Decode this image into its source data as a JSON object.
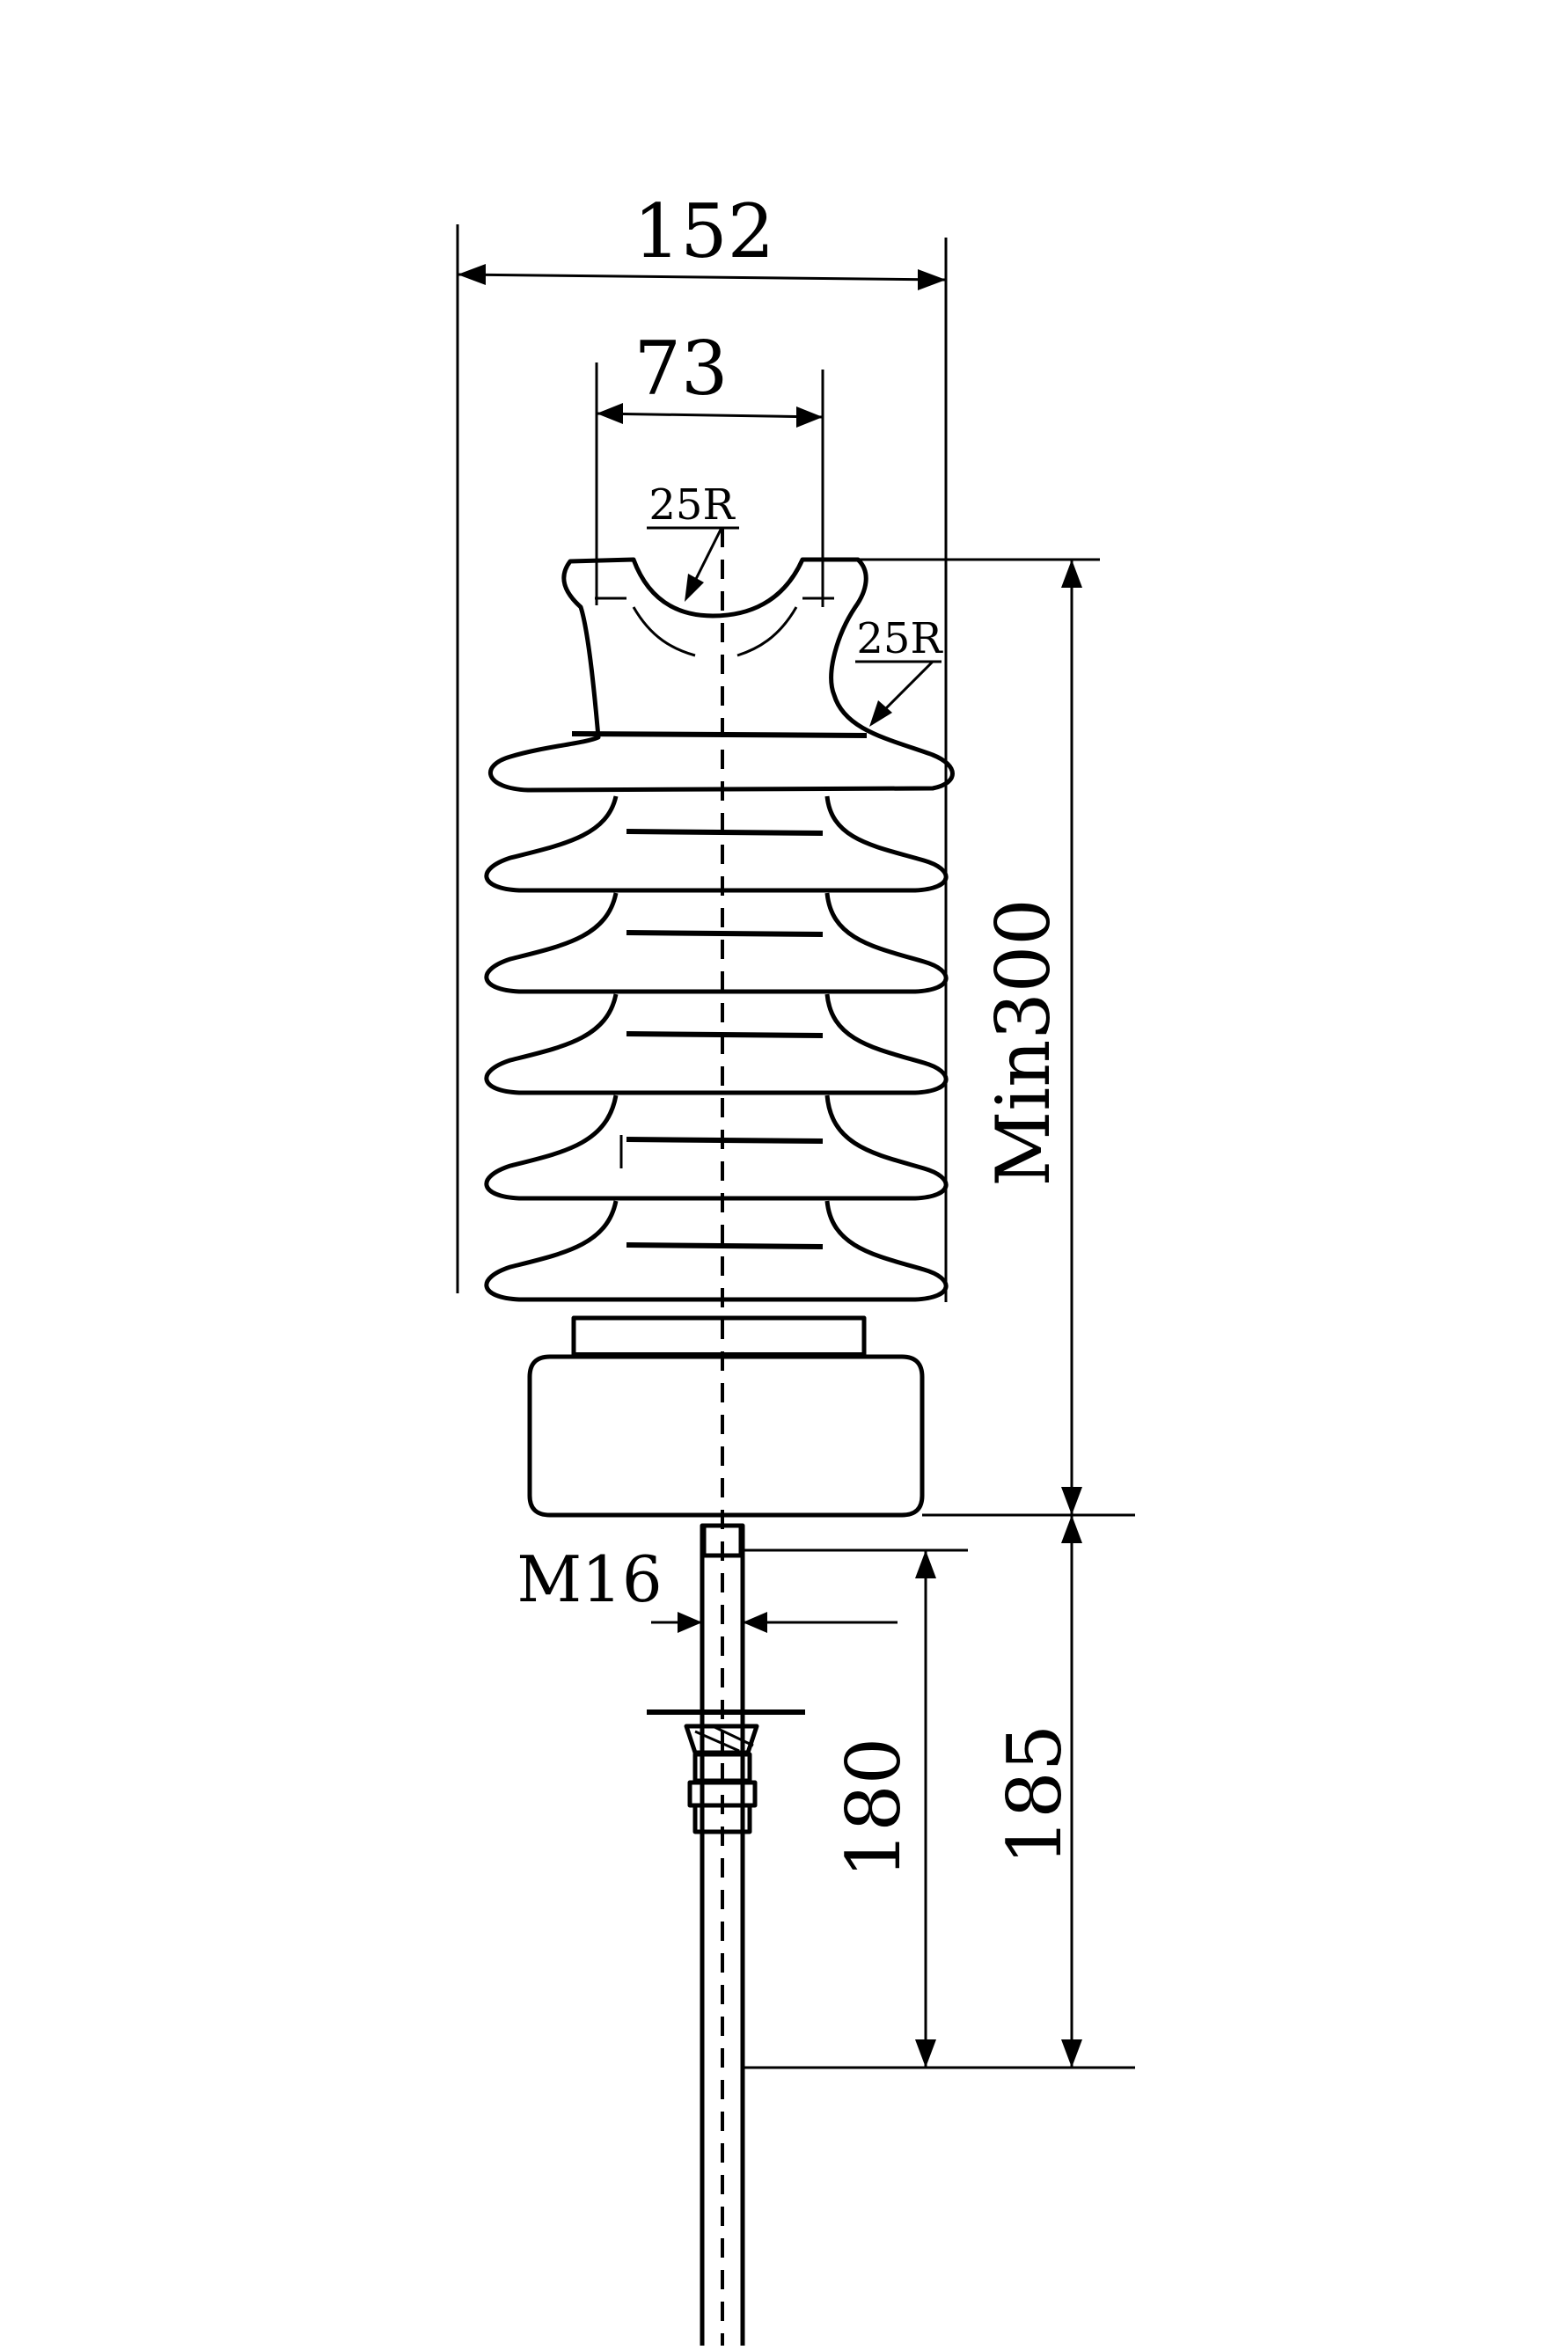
{
  "diagram": {
    "labels": {
      "overall_width": "152",
      "top_groove_width": "73",
      "groove_radius": "25R",
      "shoulder_radius": "25R",
      "height": "Min300",
      "thread": "M16",
      "pin_length": "180",
      "pin_total": "185"
    },
    "colors": {
      "line": "#000000",
      "background": "#ffffff"
    }
  }
}
